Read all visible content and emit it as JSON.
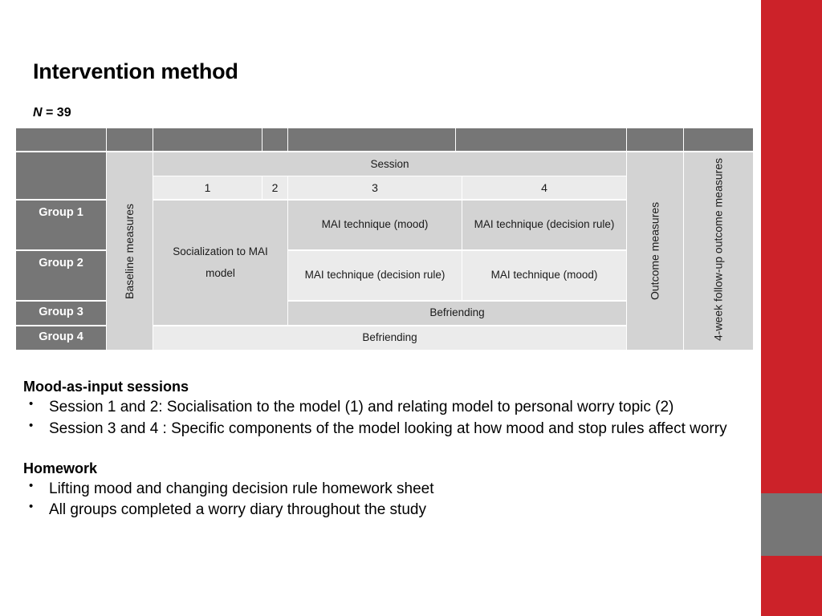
{
  "slide": {
    "title": "Intervention method",
    "sample_label": "N",
    "sample_text": " = 39"
  },
  "theme": {
    "accent_red": "#cc2229",
    "dark_gray": "#767676",
    "shade_a": "#d3d3d3",
    "shade_b": "#ebebeb"
  },
  "table": {
    "headers": {
      "session": "Session",
      "session_numbers": [
        "1",
        "2",
        "3",
        "4"
      ],
      "baseline": "Baseline measures",
      "outcome": "Outcome measures",
      "followup": "4-week follow-up outcome measures"
    },
    "groups": [
      "Group 1",
      "Group 2",
      "Group 3",
      "Group 4"
    ],
    "cells": {
      "socialization": "Socialization to MAI model",
      "g1_s3": "MAI technique  (mood)",
      "g1_s4": "MAI technique (decision rule)",
      "g2_s3": "MAI technique (decision rule)",
      "g2_s4": "MAI technique  (mood)",
      "g3_s34": "Befriending",
      "g4_all": "Befriending"
    }
  },
  "content": {
    "section1_heading": "Mood-as-input sessions",
    "section1_bullets": [
      "Session 1 and 2: Socialisation to the model (1) and relating model to personal worry topic (2)",
      "Session 3 and 4 : Specific components of the model looking at how mood and stop rules affect worry"
    ],
    "section2_heading": "Homework",
    "section2_bullets": [
      "Lifting mood and changing decision rule homework sheet",
      "All groups completed a worry diary throughout the study"
    ]
  }
}
